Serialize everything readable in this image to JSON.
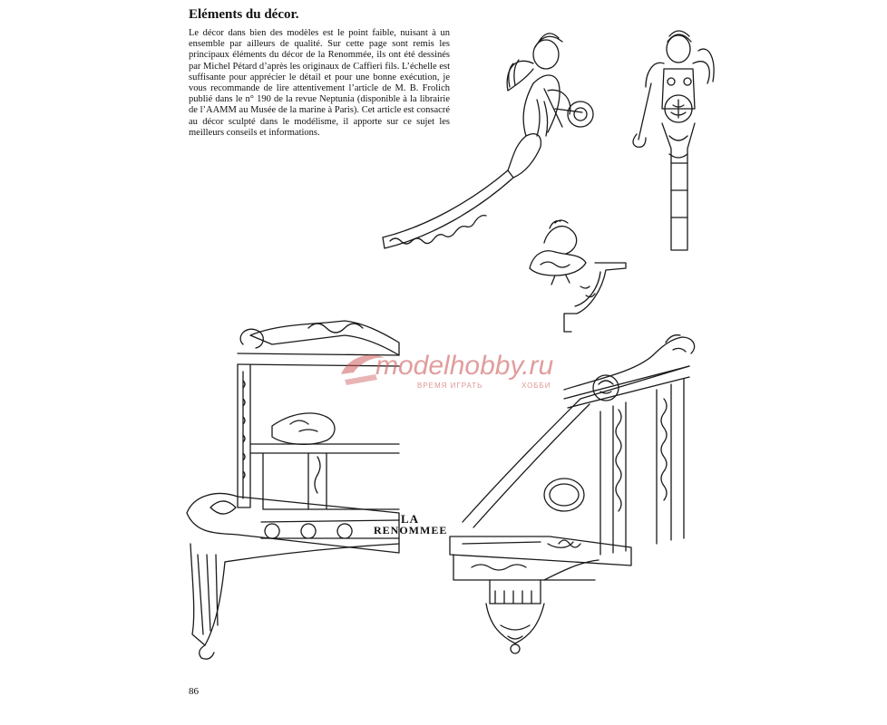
{
  "page": {
    "heading": "Eléments du décor.",
    "body": "Le décor dans bien des modèles est le point faible, nuisant à un ensemble par ailleurs de qualité. Sur cette page sont remis les principaux éléments du décor de la Renommée, ils ont été dessinés par Michel Pétard d’après les originaux de Caffieri fils. L’échelle est suffisante pour apprécier le détail et pour une bonne exécution, je vous recommande de lire attentivement l’article de M. B. Frolich publié dans le n° 190 de la revue Neptunia (disponible à la librairie de l’AAMM au Musée de la marine à Paris). Cet article est consacré au décor sculpté dans le modélisme, il apporte sur ce sujet les meilleurs conseils et informations.",
    "page_number": "86"
  },
  "illustration": {
    "nameplate_line1": "LA",
    "nameplate_line2": "RENOMMEE"
  },
  "watermark": {
    "site": "modelhobby.ru",
    "tagline": "ВРЕМЯ ИГРАТЬ",
    "tagline2": "ХОББИ",
    "color": "#cd5c5c"
  },
  "icons": [
    "figurehead-angel-icon",
    "figurehead-fleur-de-lis-icon",
    "helmet-ornament-icon",
    "bracket-icon",
    "stern-gallery-icon",
    "quarter-gallery-icon"
  ]
}
